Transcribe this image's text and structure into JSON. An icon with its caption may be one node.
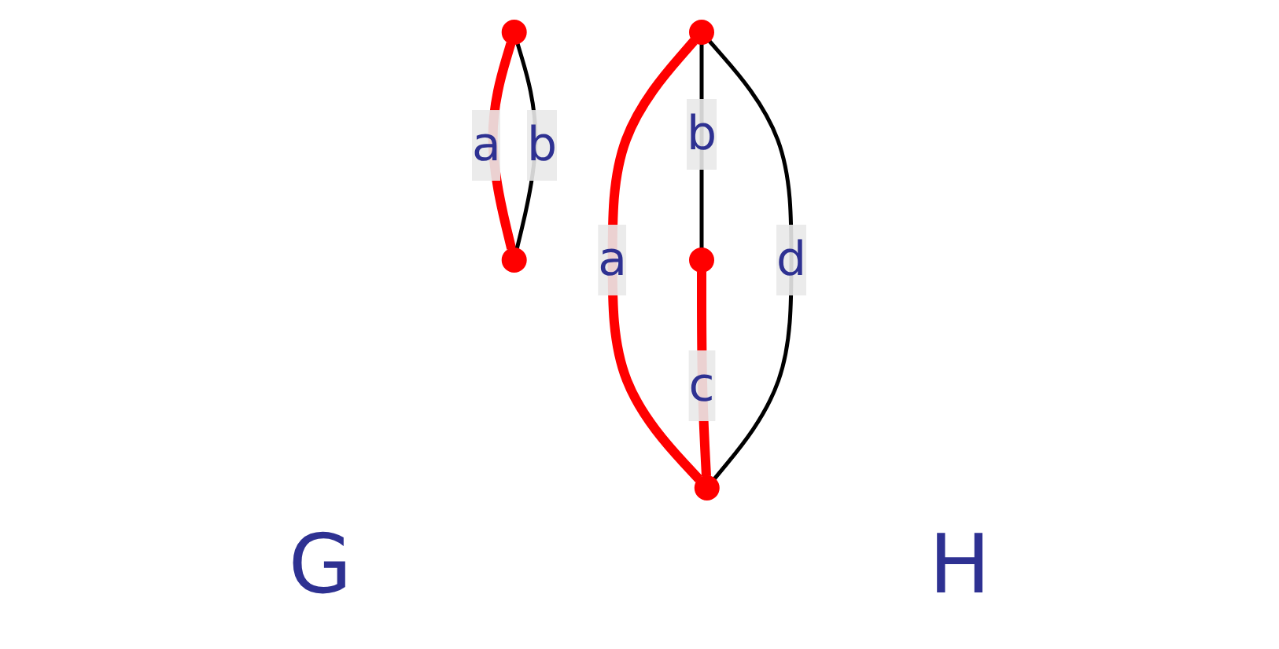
{
  "diagram": {
    "nodes": [
      {
        "text": [],
        "shape": "circle"
      },
      {
        "text": [],
        "shape": "circle"
      },
      {
        "text": [],
        "shape": "circle"
      },
      {
        "text": [],
        "shape": "circle"
      },
      {
        "text": [],
        "shape": "circle"
      }
    ],
    "edges": [
      {
        "from": 0,
        "to": 2,
        "arrow": "none",
        "label": "a",
        "style": "thick",
        "color": "#ff0000"
      },
      {
        "from": 0,
        "to": 1,
        "arrow": "none",
        "label": "b",
        "color": "#000000"
      },
      {
        "from": 1,
        "to": 2,
        "arrow": "none",
        "label": "c",
        "style": "thick",
        "color": "#ff0000"
      },
      {
        "from": 0,
        "to": 2,
        "arrow": "none",
        "label": "d",
        "color": "#000000"
      },
      {
        "from": 3,
        "to": 4,
        "arrow": "none",
        "label": "a",
        "style": "thick",
        "color": "#ff0000"
      },
      {
        "from": 3,
        "to": 4,
        "arrow": "none",
        "label": "b",
        "color": "#000000"
      }
    ],
    "labels": [
      "G",
      "H"
    ]
  }
}
